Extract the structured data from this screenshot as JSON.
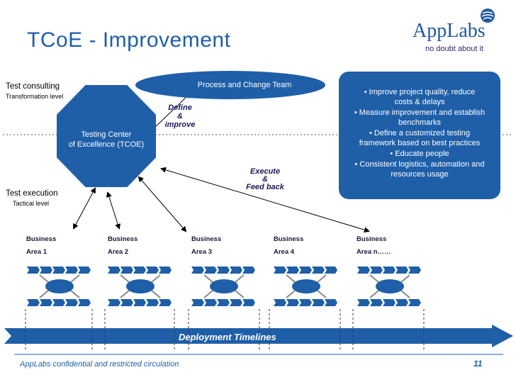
{
  "slide": {
    "title": "TCoE - Improvement",
    "page_number": "11",
    "footer": "AppLabs confidential and restricted circulation"
  },
  "logo": {
    "name": "AppLabs",
    "tagline": "no doubt about it"
  },
  "levels": {
    "consulting": {
      "title": "Test consulting",
      "subtitle": "Transformation level"
    },
    "execution": {
      "title": "Test execution",
      "subtitle": "Tactical level"
    }
  },
  "process_team": "Process and Change Team",
  "tcoe": {
    "line1": "Testing Center",
    "line2": "of  Excellence (TCOE)"
  },
  "define_improve": {
    "line1": "Define",
    "line2": "&",
    "line3": "improve"
  },
  "execute_feedback": {
    "line1": "Execute",
    "line2": "&",
    "line3": "Feed back"
  },
  "bullets": [
    [
      "• Improve project quality, reduce",
      "costs & delays"
    ],
    [
      "• Measure improvement and establish",
      "benchmarks"
    ],
    [
      "• Define a customized testing",
      "framework based on best practices"
    ],
    [
      "• Educate people"
    ],
    [
      "• Consistent logistics, automation and",
      "resources usage"
    ]
  ],
  "business_areas": [
    {
      "line1": "Business",
      "line2": "Area 1"
    },
    {
      "line1": "Business",
      "line2": "Area 2"
    },
    {
      "line1": "Business",
      "line2": "Area 3"
    },
    {
      "line1": "Business",
      "line2": "Area 4"
    },
    {
      "line1": "Business",
      "line2": "Area n……"
    }
  ],
  "timeline_label": "Deployment Timelines",
  "colors": {
    "primary_blue": "#1f5fa8",
    "dark_navy": "#1a1a5a"
  }
}
